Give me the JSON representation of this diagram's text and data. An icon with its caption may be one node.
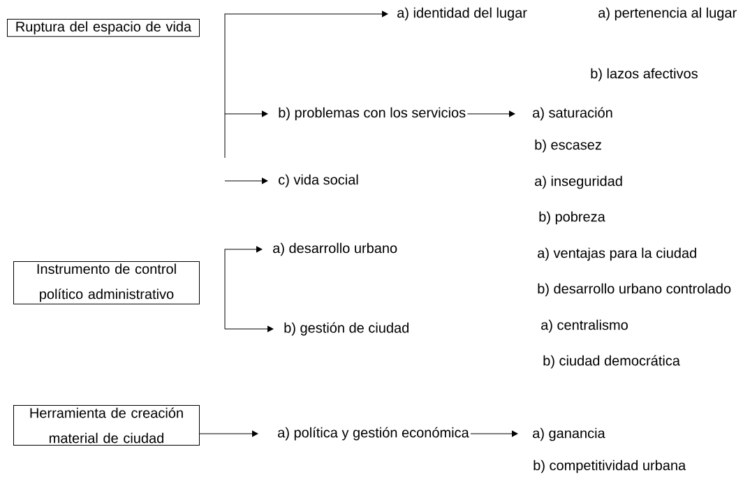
{
  "diagram": {
    "nodes": [
      {
        "text": [
          "Ruptura del espacio de vida"
        ]
      },
      {
        "text": [
          "Instrumento de control político administrativo"
        ]
      },
      {
        "text": [
          "Herramienta de creación material de ciudad"
        ]
      },
      {
        "text": [
          "a) identidad del lugar"
        ]
      },
      {
        "text": [
          "b) problemas con los servicios"
        ]
      },
      {
        "text": [
          "c) vida social"
        ]
      },
      {
        "text": [
          "a) desarrollo urbano"
        ]
      },
      {
        "text": [
          "b) gestión de ciudad"
        ]
      },
      {
        "text": [
          "a) política y gestión económica"
        ]
      },
      {
        "text": [
          "a) saturación"
        ]
      },
      {
        "text": [
          "a) ganancia"
        ]
      }
    ],
    "edges": [
      {
        "from": null,
        "to": 3,
        "arrow": "to"
      },
      {
        "from": null,
        "to": 4,
        "arrow": "to"
      },
      {
        "from": null,
        "to": 5,
        "arrow": "to"
      },
      {
        "from": null,
        "to": 6,
        "arrow": "to"
      },
      {
        "from": null,
        "to": 7,
        "arrow": "to"
      },
      {
        "from": 2,
        "to": 8,
        "arrow": "to"
      },
      {
        "from": 4,
        "to": 9,
        "arrow": "to"
      },
      {
        "from": 8,
        "to": 10,
        "arrow": "to"
      }
    ],
    "labels": [
      "a) pertenencia al lugar",
      "b) lazos afectivos",
      "b) escasez",
      "a) inseguridad",
      "b) pobreza",
      "a) ventajas para la ciudad",
      "b) desarrollo urbano controlado",
      "a) centralismo",
      "b) ciudad democrática",
      "b) competitividad urbana"
    ]
  }
}
